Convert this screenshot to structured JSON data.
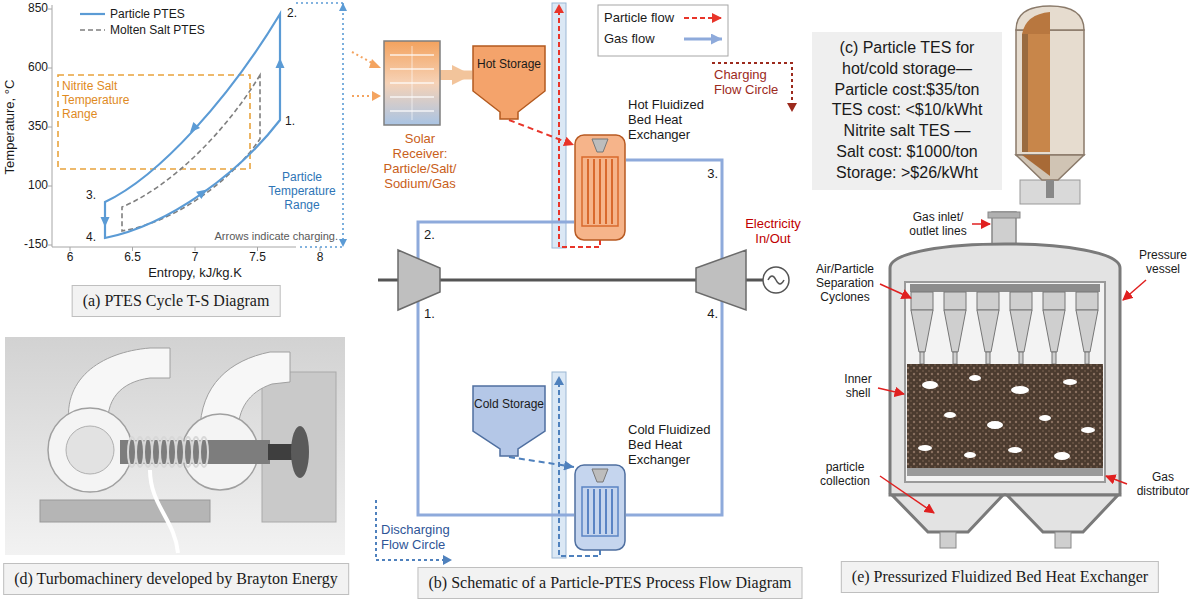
{
  "diagram": {
    "caption": "",
    "nodes": [
      {
        "text": [
          "(a) PTES Cycle T-S Diagram"
        ]
      },
      {
        "text": [
          "(d) Turbomachinery developed by Brayton Energy"
        ]
      },
      {
        "text": [
          "Solar Receiver: Particle/Salt/ Sodium/Gas"
        ]
      },
      {
        "text": [
          "Hot Storage"
        ]
      },
      {
        "text": [
          "Hot Fluidized Bed Heat Exchanger"
        ]
      },
      {
        "text": [
          "Cold Storage"
        ]
      },
      {
        "text": [
          "Cold Fluidized Bed Heat Exchanger"
        ]
      },
      {
        "text": [
          "(b) Schematic of a Particle-PTES Process Flow Diagram"
        ]
      },
      {
        "text": [
          "(c) Particle TES for hot/cold storage—",
          "Particle cost:$35/ton",
          "TES cost: <$10/kWht",
          "Nitrite salt TES —",
          "Salt cost: $1000/ton",
          "Storage: >$26/kWht"
        ]
      },
      {
        "text": [
          "(e) Pressurized Fluidized Bed Heat Exchanger"
        ]
      }
    ],
    "edges": [
      {
        "from": 2,
        "to": 3,
        "arrow": "to"
      },
      {
        "from": 3,
        "to": 4,
        "arrow": "to"
      },
      {
        "from": 5,
        "to": 6,
        "arrow": "to"
      }
    ],
    "labels": [
      "850",
      "600",
      "350",
      "100",
      "-150",
      "6",
      "6.5",
      "7",
      "7.5",
      "8",
      "Temperature, °C",
      "Entropy, kJ/kg.K",
      "2.",
      "1.",
      "3.",
      "4.",
      "Nitrite Salt Temperature Range",
      "Particle Temperature Range",
      "Arrows indicate charging.",
      "2.",
      "3.",
      "1.",
      "4.",
      "Electricity In/Out",
      "Charging Flow Circle",
      "Discharging Flow Circle",
      "Gas inlet/ outlet lines",
      "Air/Particle Separation Cyclones",
      "Pressure vessel",
      "Inner shell",
      "particle collection",
      "Gas distributor"
    ],
    "legend": [
      {
        "text": "Particle PTES"
      },
      {
        "text": "Molten Salt PTES"
      },
      {
        "text": "Particle flow"
      },
      {
        "text": "Gas flow"
      }
    ]
  }
}
